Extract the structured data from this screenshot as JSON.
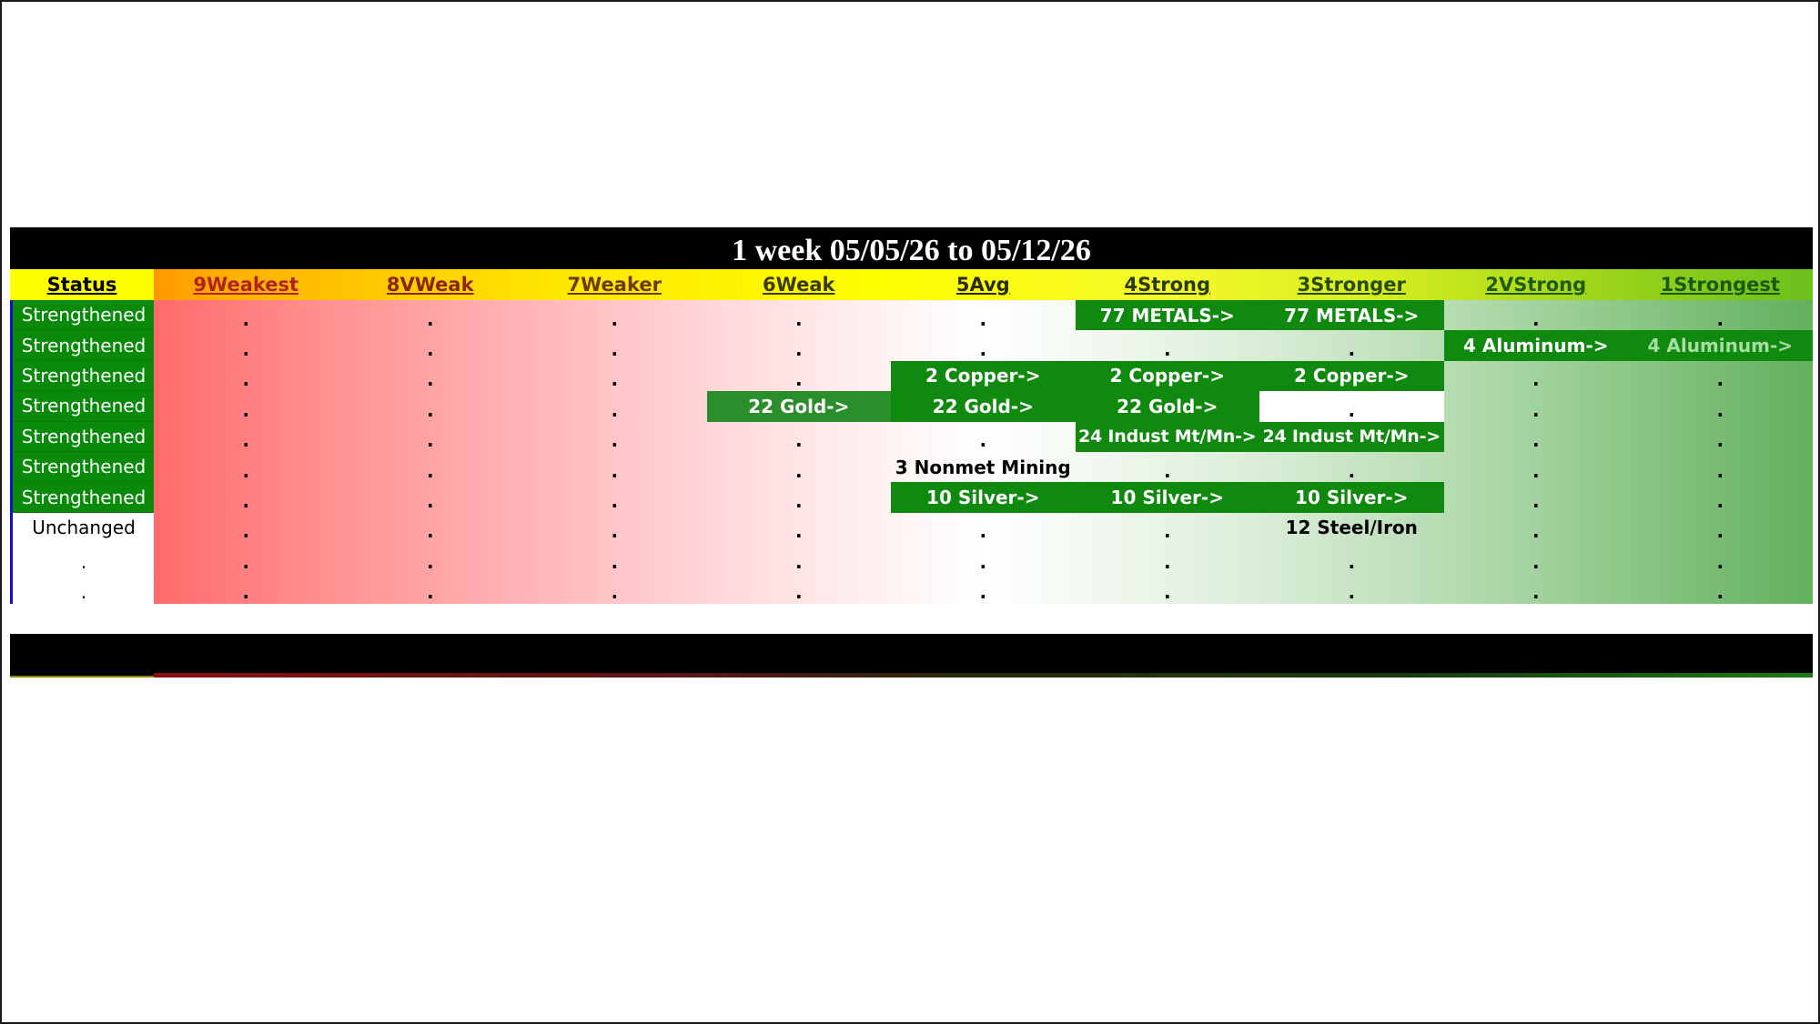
{
  "title": "1 week 05/05/26 to 05/12/26",
  "colors": {
    "title_bg": "#000000",
    "status_header_bg": "#ffff00",
    "strengthened_bg": "#0a8a0a",
    "highlight_green": "#0f8a0f",
    "weakest_red": "#ff6b6b",
    "strongest_green": "#62b05e"
  },
  "headers": [
    {
      "label": "Status",
      "color": "#000000"
    },
    {
      "label": "9Weakest",
      "color": "#b22222"
    },
    {
      "label": "8VWeak",
      "color": "#8b2500"
    },
    {
      "label": "7Weaker",
      "color": "#6b3a00"
    },
    {
      "label": "6Weak",
      "color": "#3a3a00"
    },
    {
      "label": "5Avg",
      "color": "#2a2a00"
    },
    {
      "label": "4Strong",
      "color": "#2a3a00"
    },
    {
      "label": "3Stronger",
      "color": "#2a4a00"
    },
    {
      "label": "2VStrong",
      "color": "#1f5a10"
    },
    {
      "label": "1Strongest",
      "color": "#1a5a10"
    }
  ],
  "rows": [
    {
      "status": "Strengthened",
      "cells": [
        ".",
        ".",
        ".",
        ".",
        ".",
        "77 METALS->",
        "77 METALS->",
        ".",
        "."
      ]
    },
    {
      "status": "Strengthened",
      "cells": [
        ".",
        ".",
        ".",
        ".",
        ".",
        ".",
        ".",
        "4 Aluminum->",
        "4 Aluminum->"
      ]
    },
    {
      "status": "Strengthened",
      "cells": [
        ".",
        ".",
        ".",
        ".",
        "2 Copper->",
        "2 Copper->",
        "2 Copper->",
        ".",
        "."
      ]
    },
    {
      "status": "Strengthened",
      "cells": [
        ".",
        ".",
        ".",
        "22 Gold->",
        "22 Gold->",
        "22 Gold->",
        ".",
        ".",
        "."
      ]
    },
    {
      "status": "Strengthened",
      "cells": [
        ".",
        ".",
        ".",
        ".",
        ".",
        "24 Indust Mt/Mn->",
        "24 Indust Mt/Mn->",
        ".",
        "."
      ]
    },
    {
      "status": "Strengthened",
      "cells": [
        ".",
        ".",
        ".",
        ".",
        "3 Nonmet Mining",
        ".",
        ".",
        ".",
        "."
      ]
    },
    {
      "status": "Strengthened",
      "cells": [
        ".",
        ".",
        ".",
        ".",
        "10 Silver->",
        "10 Silver->",
        "10 Silver->",
        ".",
        "."
      ]
    },
    {
      "status": "Unchanged",
      "cells": [
        ".",
        ".",
        ".",
        ".",
        ".",
        ".",
        "12 Steel/Iron",
        ".",
        "."
      ]
    },
    {
      "status": ".",
      "cells": [
        ".",
        ".",
        ".",
        ".",
        ".",
        ".",
        ".",
        ".",
        "."
      ]
    },
    {
      "status": ".",
      "cells": [
        ".",
        ".",
        ".",
        ".",
        ".",
        ".",
        ".",
        ".",
        "."
      ]
    }
  ]
}
